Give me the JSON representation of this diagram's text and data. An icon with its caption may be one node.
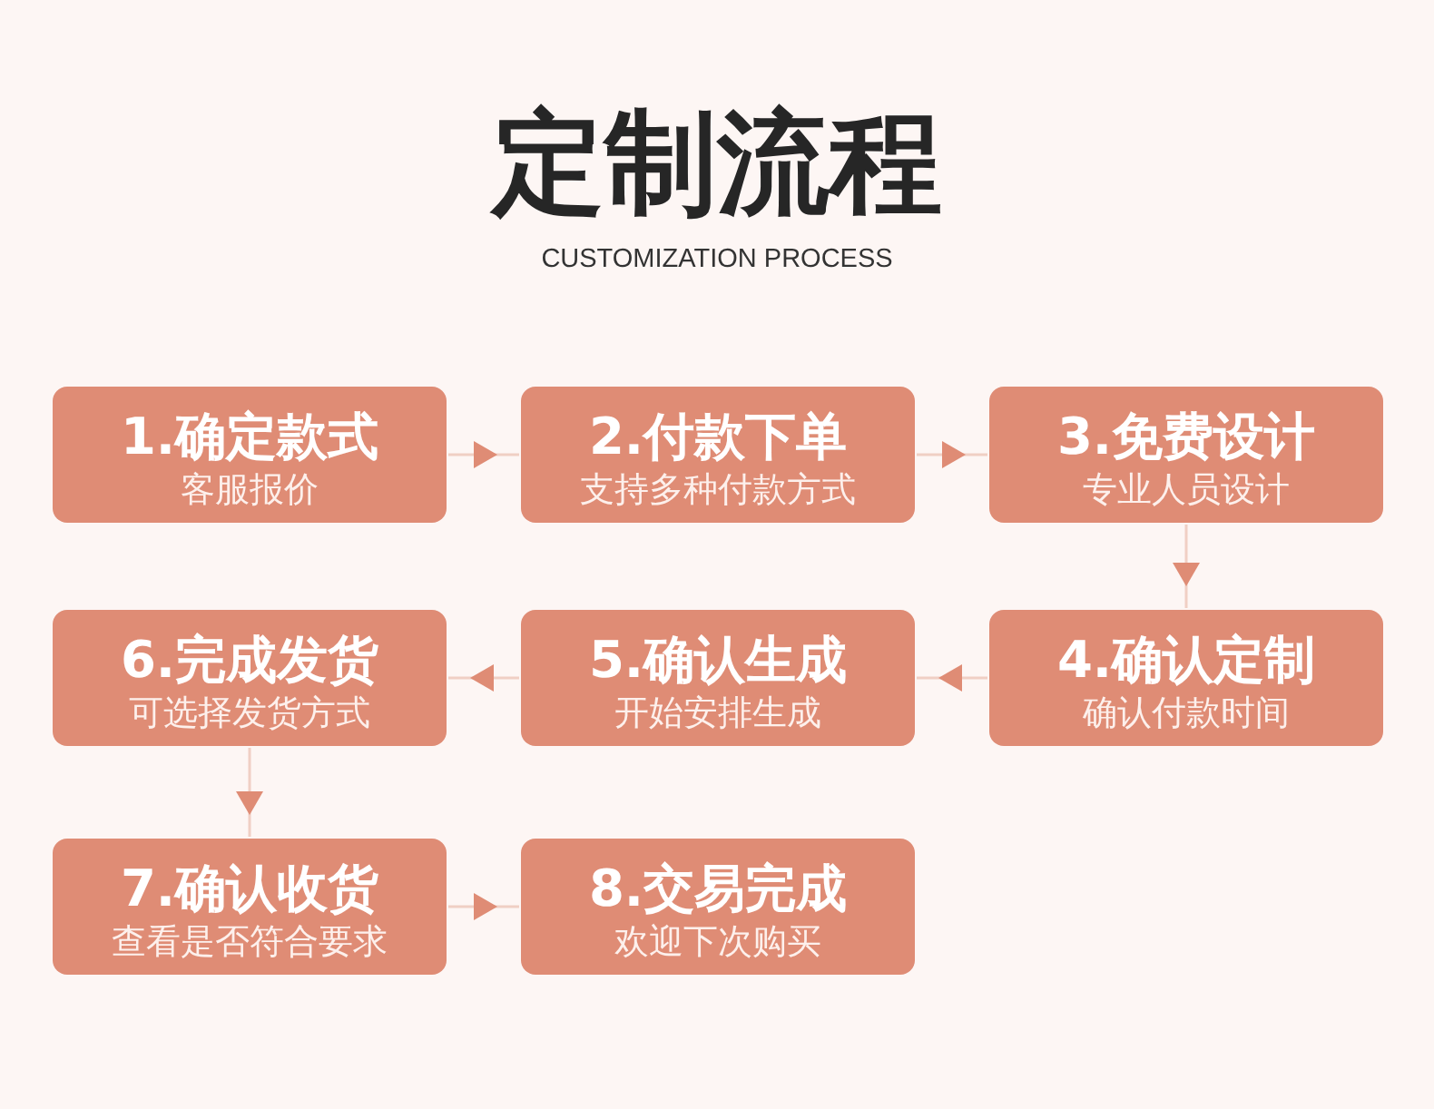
{
  "diagram": {
    "title": "定制流程",
    "nodes": [
      {
        "text": [
          "1.确定款式",
          "客服报价"
        ]
      },
      {
        "text": [
          "2.付款下单",
          "支持多种付款方式"
        ]
      },
      {
        "text": [
          "3.免费设计",
          "专业人员设计"
        ]
      },
      {
        "text": [
          "4.确认定制",
          "确认付款时间"
        ]
      },
      {
        "text": [
          "5.确认生成",
          "开始安排生成"
        ]
      },
      {
        "text": [
          "6.完成发货",
          "可选择发货方式"
        ]
      },
      {
        "text": [
          "7.确认收货",
          "查看是否符合要求"
        ]
      },
      {
        "text": [
          "8.交易完成",
          "欢迎下次购买"
        ]
      }
    ],
    "edges": [
      {
        "from": 0,
        "to": 1,
        "arrow": "to"
      },
      {
        "from": 1,
        "to": 2,
        "arrow": "to"
      },
      {
        "from": 2,
        "to": 3,
        "arrow": "to"
      },
      {
        "from": 3,
        "to": 4,
        "arrow": "to"
      },
      {
        "from": 4,
        "to": 5,
        "arrow": "to"
      },
      {
        "from": 5,
        "to": 6,
        "arrow": "to"
      },
      {
        "from": 6,
        "to": 7,
        "arrow": "to"
      }
    ],
    "labels": [
      "CUSTOMIZATION PROCESS"
    ]
  }
}
